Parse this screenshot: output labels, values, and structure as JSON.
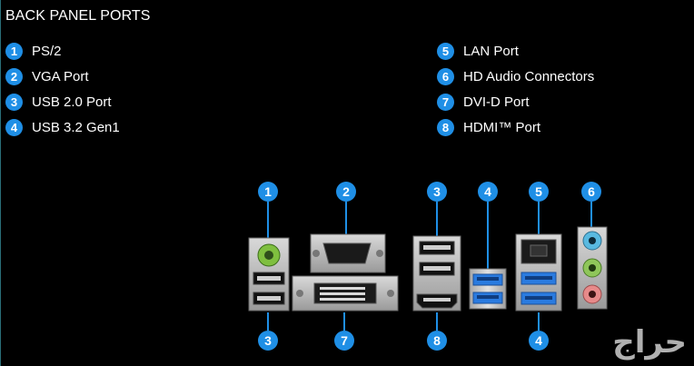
{
  "title": "BACK PANEL PORTS",
  "legend_left": [
    {
      "num": "1",
      "label": "PS/2"
    },
    {
      "num": "2",
      "label": "VGA Port"
    },
    {
      "num": "3",
      "label": "USB 2.0 Port"
    },
    {
      "num": "4",
      "label": "USB 3.2 Gen1"
    }
  ],
  "legend_right": [
    {
      "num": "5",
      "label": "LAN Port"
    },
    {
      "num": "6",
      "label": "HD Audio Connectors"
    },
    {
      "num": "7",
      "label": "DVI-D Port"
    },
    {
      "num": "8",
      "label": "HDMI™ Port"
    }
  ],
  "callouts_top": [
    "1",
    "2",
    "3",
    "4",
    "5",
    "6"
  ],
  "callouts_bottom": [
    "3",
    "7",
    "8",
    "4"
  ],
  "watermark": "حراج",
  "colors": {
    "accent": "#1f8fe6",
    "usb3": "#2a7be0",
    "ps2": "#7fbf3f",
    "audio_blue": "#59b9e0",
    "audio_green": "#8fc65a",
    "audio_pink": "#e78a8a"
  }
}
